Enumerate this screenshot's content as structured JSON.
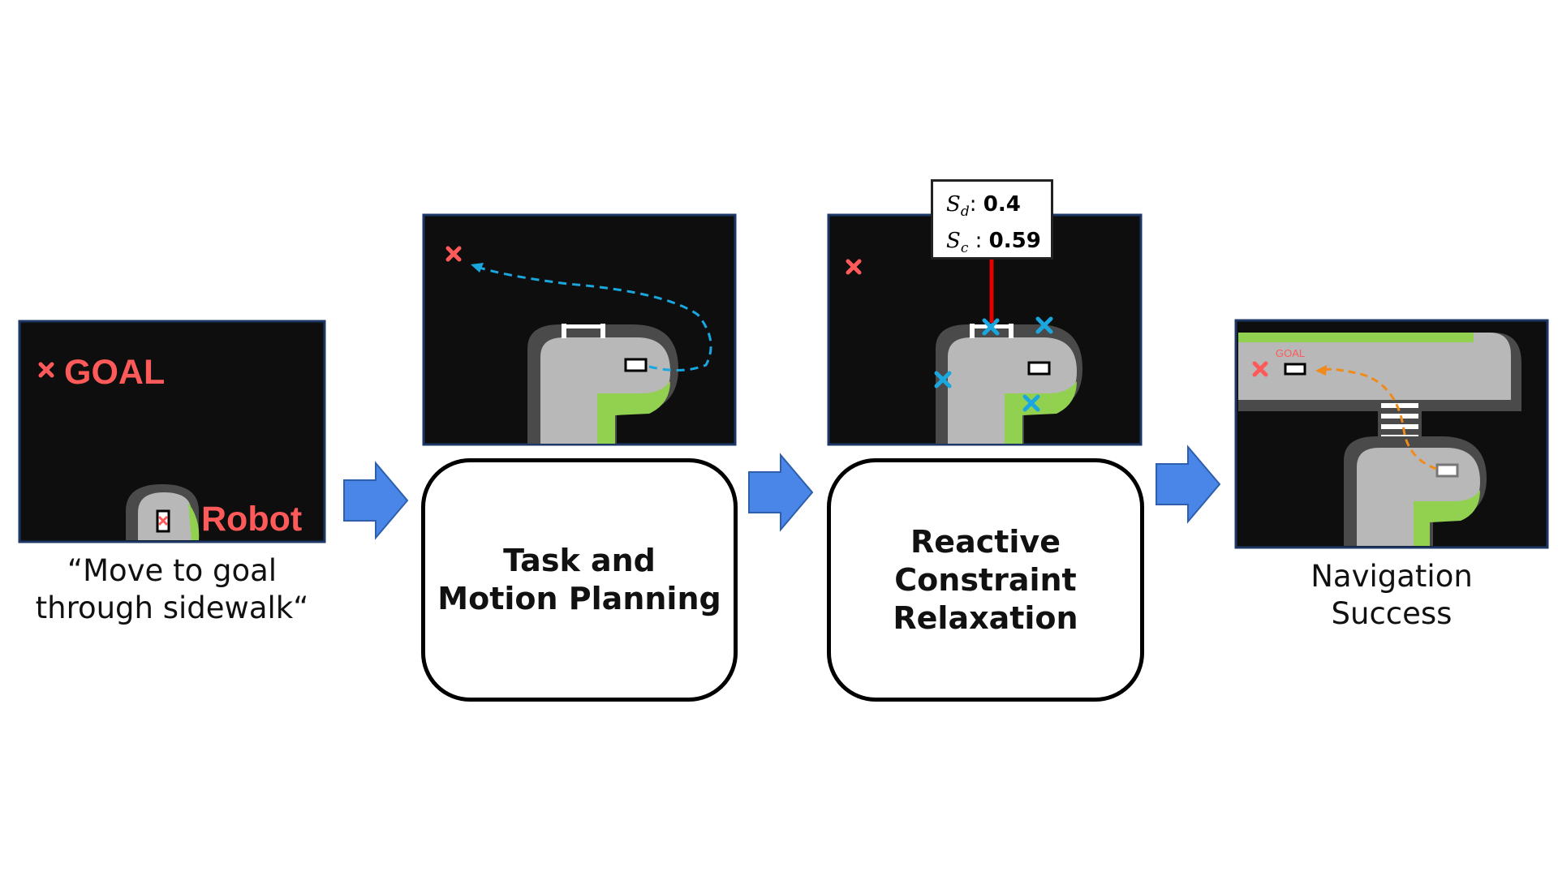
{
  "panel1": {
    "goal_label": "GOAL",
    "robot_label": "Robot",
    "caption_lines": [
      "“Move to goal",
      "through sidewalk“"
    ]
  },
  "stage1": {
    "lines": [
      "Task and",
      "Motion Planning"
    ]
  },
  "stage2": {
    "lines": [
      "Reactive",
      "Constraint",
      "Relaxation"
    ]
  },
  "scores": {
    "d_symbol": "S",
    "d_sub": "d",
    "d_value": "0.4",
    "c_symbol": "S",
    "c_sub": "c",
    "c_value": "0.59"
  },
  "panel4": {
    "goal_label": "GOAL",
    "caption_lines": [
      "Navigation",
      "Success"
    ]
  },
  "colors": {
    "panel_bg": "#0e0e0e",
    "panel_border": "#1c3766",
    "road": "#b8b8b8",
    "road_edge": "#4a4a4a",
    "grass": "#92d050",
    "goal": "#ff5a5a",
    "path_blue": "#1aa7e0",
    "path_orange": "#f08a18",
    "arrow": "#4a86e8",
    "score_line": "#e00000"
  },
  "icons": [
    "goal-x-icon",
    "robot-icon",
    "flow-arrow-icon",
    "constraint-x-icon",
    "crosswalk-icon"
  ]
}
